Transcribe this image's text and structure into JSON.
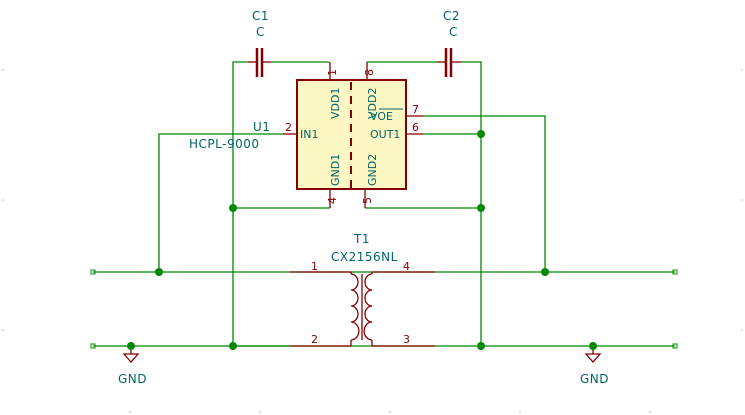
{
  "capacitors": {
    "c1": {
      "ref": "C1",
      "value": "C"
    },
    "c2": {
      "ref": "C2",
      "value": "C"
    }
  },
  "u1": {
    "ref": "U1",
    "part": "HCPL-9000",
    "pins": {
      "vdd1": {
        "name": "VDD1",
        "num": "1"
      },
      "in1": {
        "name": "IN1",
        "num": "2"
      },
      "gnd1": {
        "name": "GND1",
        "num": "4"
      },
      "vdd2": {
        "name": "VDD2",
        "num": "8"
      },
      "voe": {
        "name": "VOE",
        "num": "7"
      },
      "out1": {
        "name": "OUT1",
        "num": "6"
      },
      "gnd2": {
        "name": "GND2",
        "num": "5"
      }
    }
  },
  "t1": {
    "ref": "T1",
    "part": "CX2156NL",
    "pins": {
      "p1": "1",
      "p2": "2",
      "p3": "3",
      "p4": "4"
    }
  },
  "grounds": {
    "left": {
      "label": "GND"
    },
    "right": {
      "label": "GND"
    }
  },
  "colors": {
    "wire": "#008800",
    "component": "#840000",
    "component_fill": "#fdf7c3",
    "text": "#006464"
  }
}
